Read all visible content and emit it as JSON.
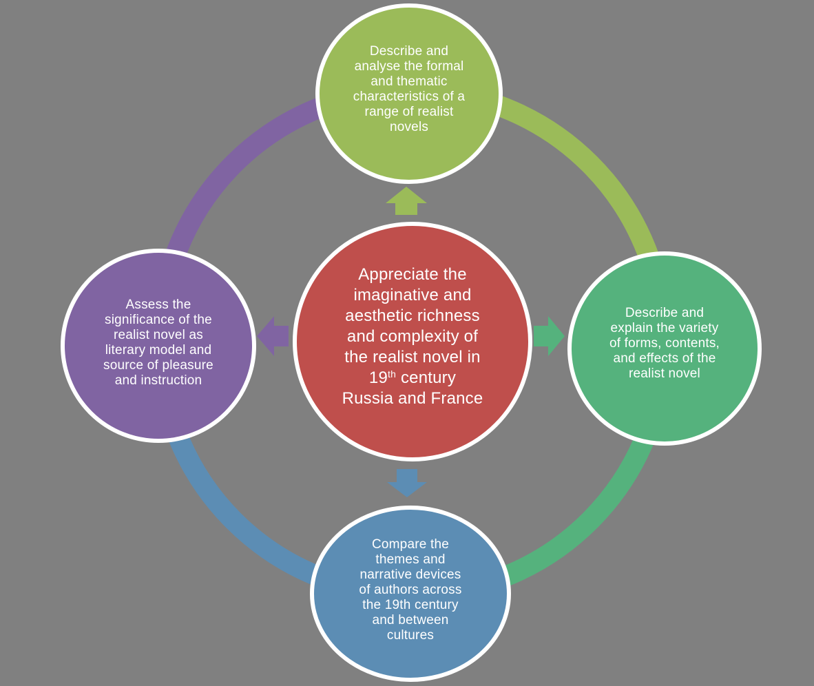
{
  "canvas": {
    "background_color": "#808080",
    "text_color": "#ffffff"
  },
  "center_node": {
    "color": "#BF4F4C",
    "lines_top": [
      "Appreciate the",
      "imaginative and",
      "aesthetic richness",
      "and complexity of",
      "the realist novel in"
    ],
    "sup_line": {
      "pre": "19",
      "sup": "th",
      "post": " century"
    },
    "lines_bottom": [
      "Russia and France"
    ]
  },
  "nodes": {
    "top": {
      "color": "#9BBB59",
      "label_lines": [
        "Describe and",
        "analyse the formal",
        "and thematic",
        "characteristics of a",
        "range of realist",
        "novels"
      ]
    },
    "right": {
      "color": "#55B27D",
      "label_lines": [
        "Describe and",
        "explain the variety",
        "of forms, contents,",
        "and effects of the",
        "realist novel"
      ]
    },
    "bottom": {
      "color": "#5C8DB4",
      "label_lines": [
        "Compare the",
        "themes and",
        "narrative devices",
        "of authors across",
        "the 19th century",
        "and between",
        "cultures"
      ]
    },
    "left": {
      "color": "#8064A2",
      "label_lines": [
        "Assess the",
        "significance of the",
        "realist novel as",
        "literary model and",
        "source of pleasure",
        "and instruction"
      ]
    }
  }
}
